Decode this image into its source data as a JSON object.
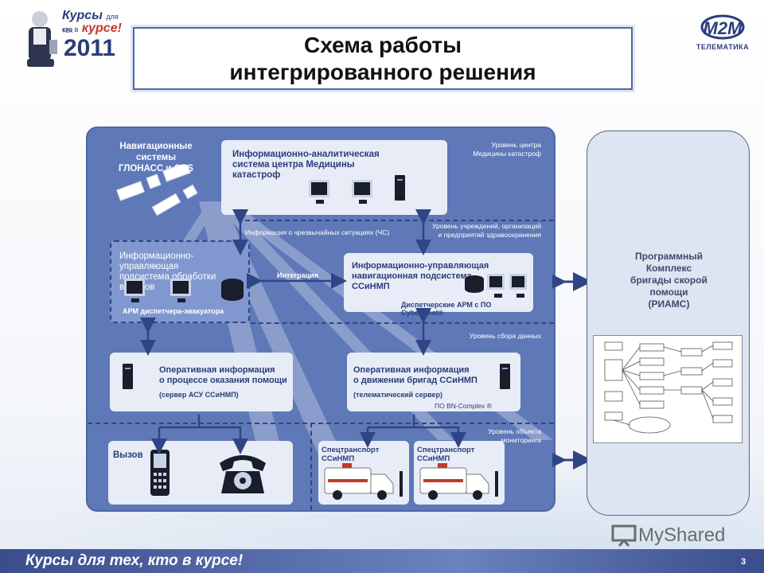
{
  "header": {
    "logo_left": {
      "line1": "Курсы",
      "line1b": "для тех",
      "line2": "кто в",
      "line2b": "курсе!",
      "year": "2011"
    },
    "title_line1": "Схема работы",
    "title_line2": "интегрированного решения",
    "logo_right": {
      "brand": "M2M",
      "subtitle": "ТЕЛЕМАТИКА"
    }
  },
  "diagram": {
    "satellites": {
      "label_line1": "Навигационные системы",
      "label_line2": "ГЛОНАСС и GPS"
    },
    "levels": {
      "center": [
        "Уровень центра",
        "Медицины катастроф"
      ],
      "institutions": [
        "Уровень учреждений, организаций",
        "и предприятий здравоохранения"
      ],
      "data": [
        "Уровень сбора данных"
      ],
      "object": [
        "Уровень объекта",
        "мониторинга"
      ]
    },
    "center_system": {
      "title": [
        "Информационно-аналитическая",
        "система центра Медицины",
        "катастроф"
      ]
    },
    "emergency_info": "Информация о чрезвычайных ситуациях (ЧС)",
    "call_subsystem": {
      "title": [
        "Информационно-управляющая",
        "подсистема обработки вызовов"
      ],
      "caption": "АРМ диспетчера-эвакуатора"
    },
    "integration": "Интеграция",
    "nav_subsystem": {
      "title": [
        "Информационно-управляющая",
        "навигационная подсистема",
        "ССиНМП"
      ],
      "caption": "Диспетчерские АРМ с ПО CyberFleet®"
    },
    "op_info_help": {
      "title": [
        "Оперативная информация",
        "о процессе оказания помощи"
      ],
      "caption": "(сервер АСУ ССиНМП)"
    },
    "op_info_move": {
      "title": [
        "Оперативная информация",
        "о движении бригад ССиНМП"
      ],
      "caption": "(телематический сервер)",
      "software": "ПО BN-Complex ®"
    },
    "call": {
      "label": "Вызов"
    },
    "vehicle1": {
      "label": "Спецтранспорт ССиНМП"
    },
    "vehicle2": {
      "label": "Спецтранспорт ССиНМП"
    }
  },
  "right_panel": {
    "title": [
      "Программный",
      "Комплекс",
      "бригады скорой",
      "помощи",
      "(РИАМС)"
    ]
  },
  "footer": {
    "slogan": "Курсы для тех, кто в курсе!",
    "page": "3",
    "watermark": "MyShared"
  },
  "colors": {
    "panel": "#5e78b8",
    "box": "#e7ecf6",
    "text_dark": "#2b3c7a",
    "arrow": "#2f4585",
    "footer": "#3a4d8c"
  }
}
